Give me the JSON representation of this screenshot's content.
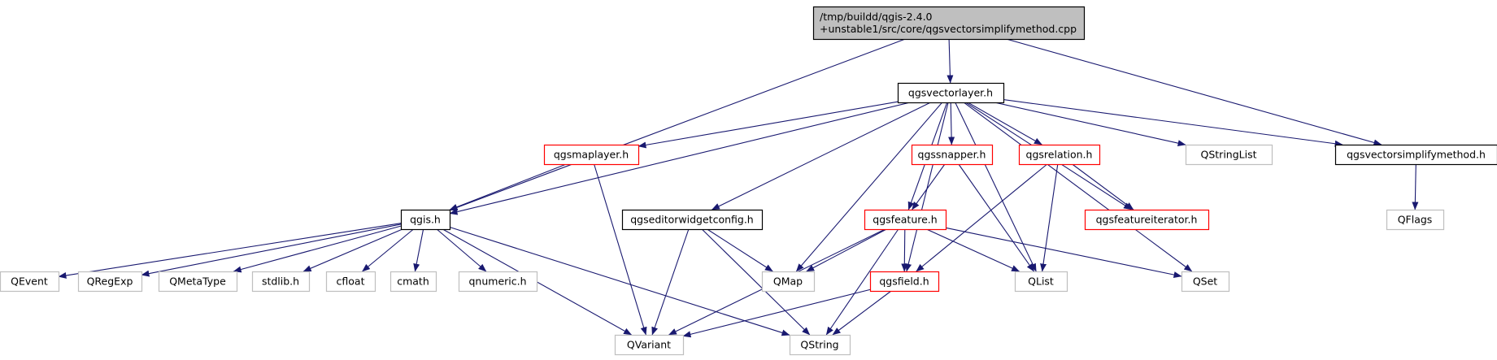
{
  "colors": {
    "edge": "#191970",
    "box_black": "#000000",
    "box_red": "#ff0000",
    "box_grey": "#bfbfbf",
    "root_fill": "#bfbfbf",
    "node_fill": "#ffffff"
  },
  "nodes": [
    {
      "id": "root",
      "lines": [
        "/tmp/buildd/qgis-2.4.0",
        "+unstable1/src/core/qgsvectorsimplifymethod.cpp"
      ],
      "style": "root"
    },
    {
      "id": "qgsvectorlayer",
      "lines": [
        "qgsvectorlayer.h"
      ],
      "style": "black"
    },
    {
      "id": "qgis",
      "lines": [
        "qgis.h"
      ],
      "style": "black"
    },
    {
      "id": "qgsvectorsimplifymethod",
      "lines": [
        "qgsvectorsimplifymethod.h"
      ],
      "style": "black"
    },
    {
      "id": "qgsmaplayer",
      "lines": [
        "qgsmaplayer.h"
      ],
      "style": "red"
    },
    {
      "id": "qgseditorwidgetconfig",
      "lines": [
        "qgseditorwidgetconfig.h"
      ],
      "style": "black"
    },
    {
      "id": "qgssnapper",
      "lines": [
        "qgssnapper.h"
      ],
      "style": "red"
    },
    {
      "id": "qgsrelation",
      "lines": [
        "qgsrelation.h"
      ],
      "style": "red"
    },
    {
      "id": "qgsfeature",
      "lines": [
        "qgsfeature.h"
      ],
      "style": "red"
    },
    {
      "id": "qgsfeatureiterator",
      "lines": [
        "qgsfeatureiterator.h"
      ],
      "style": "red"
    },
    {
      "id": "qgsfield",
      "lines": [
        "qgsfield.h"
      ],
      "style": "red"
    },
    {
      "id": "QStringList",
      "lines": [
        "QStringList"
      ],
      "style": "grey"
    },
    {
      "id": "QFlags",
      "lines": [
        "QFlags"
      ],
      "style": "grey"
    },
    {
      "id": "QEvent",
      "lines": [
        "QEvent"
      ],
      "style": "grey"
    },
    {
      "id": "QRegExp",
      "lines": [
        "QRegExp"
      ],
      "style": "grey"
    },
    {
      "id": "QMetaType",
      "lines": [
        "QMetaType"
      ],
      "style": "grey"
    },
    {
      "id": "stdlib",
      "lines": [
        "stdlib.h"
      ],
      "style": "grey"
    },
    {
      "id": "cfloat",
      "lines": [
        "cfloat"
      ],
      "style": "grey"
    },
    {
      "id": "cmath",
      "lines": [
        "cmath"
      ],
      "style": "grey"
    },
    {
      "id": "qnumeric",
      "lines": [
        "qnumeric.h"
      ],
      "style": "grey"
    },
    {
      "id": "QMap",
      "lines": [
        "QMap"
      ],
      "style": "grey"
    },
    {
      "id": "QList",
      "lines": [
        "QList"
      ],
      "style": "grey"
    },
    {
      "id": "QSet",
      "lines": [
        "QSet"
      ],
      "style": "grey"
    },
    {
      "id": "QVariant",
      "lines": [
        "QVariant"
      ],
      "style": "grey"
    },
    {
      "id": "QString",
      "lines": [
        "QString"
      ],
      "style": "grey"
    }
  ],
  "edges": [
    {
      "from": "root",
      "to": "qgsvectorlayer"
    },
    {
      "from": "root",
      "to": "qgis"
    },
    {
      "from": "root",
      "to": "qgsvectorsimplifymethod"
    },
    {
      "from": "qgsvectorlayer",
      "to": "qgis"
    },
    {
      "from": "qgsvectorlayer",
      "to": "qgsmaplayer"
    },
    {
      "from": "qgsvectorlayer",
      "to": "qgseditorwidgetconfig"
    },
    {
      "from": "qgsvectorlayer",
      "to": "QMap"
    },
    {
      "from": "qgsvectorlayer",
      "to": "qgsfeature"
    },
    {
      "from": "qgsvectorlayer",
      "to": "qgsfield"
    },
    {
      "from": "qgsvectorlayer",
      "to": "qgssnapper"
    },
    {
      "from": "qgsvectorlayer",
      "to": "qgsrelation"
    },
    {
      "from": "qgsvectorlayer",
      "to": "qgsfeatureiterator"
    },
    {
      "from": "qgsvectorlayer",
      "to": "QList"
    },
    {
      "from": "qgsvectorlayer",
      "to": "QStringList"
    },
    {
      "from": "qgsvectorlayer",
      "to": "qgsvectorsimplifymethod"
    },
    {
      "from": "qgsvectorlayer",
      "to": "QSet"
    },
    {
      "from": "qgsvectorsimplifymethod",
      "to": "QFlags"
    },
    {
      "from": "qgsmaplayer",
      "to": "qgis"
    },
    {
      "from": "qgsmaplayer",
      "to": "QVariant"
    },
    {
      "from": "qgis",
      "to": "QEvent"
    },
    {
      "from": "qgis",
      "to": "QRegExp"
    },
    {
      "from": "qgis",
      "to": "QMetaType"
    },
    {
      "from": "qgis",
      "to": "stdlib"
    },
    {
      "from": "qgis",
      "to": "cfloat"
    },
    {
      "from": "qgis",
      "to": "cmath"
    },
    {
      "from": "qgis",
      "to": "qnumeric"
    },
    {
      "from": "qgis",
      "to": "QVariant"
    },
    {
      "from": "qgis",
      "to": "QString"
    },
    {
      "from": "qgseditorwidgetconfig",
      "to": "QMap"
    },
    {
      "from": "qgseditorwidgetconfig",
      "to": "QVariant"
    },
    {
      "from": "qgseditorwidgetconfig",
      "to": "QString"
    },
    {
      "from": "qgssnapper",
      "to": "qgsfeature"
    },
    {
      "from": "qgssnapper",
      "to": "QList"
    },
    {
      "from": "qgsrelation",
      "to": "qgsfeatureiterator"
    },
    {
      "from": "qgsrelation",
      "to": "qgsfield"
    },
    {
      "from": "qgsrelation",
      "to": "QList"
    },
    {
      "from": "qgsfeature",
      "to": "QMap"
    },
    {
      "from": "qgsfeature",
      "to": "qgsfield"
    },
    {
      "from": "qgsfeature",
      "to": "QList"
    },
    {
      "from": "qgsfeature",
      "to": "QSet"
    },
    {
      "from": "qgsfeature",
      "to": "QVariant"
    },
    {
      "from": "qgsfeature",
      "to": "QString"
    },
    {
      "from": "qgsfield",
      "to": "QVariant"
    },
    {
      "from": "qgsfield",
      "to": "QString"
    }
  ]
}
